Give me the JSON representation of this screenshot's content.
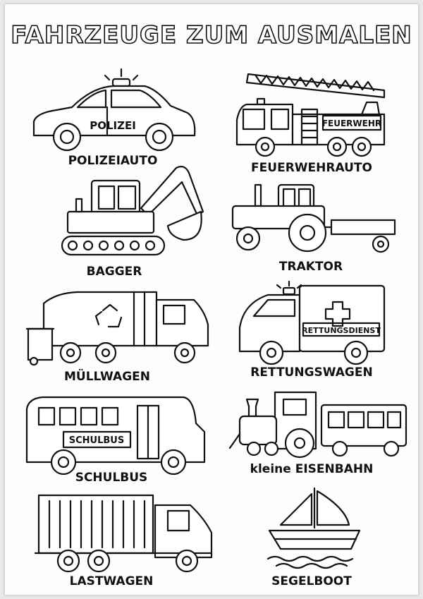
{
  "title": "FAHRZEUGE ZUM AUSMALEN",
  "vehicles": [
    {
      "label": "POLIZEIAUTO",
      "sign": "POLIZEI"
    },
    {
      "label": "FEUERWEHRAUTO",
      "sign": "FEUERWEHR"
    },
    {
      "label": "BAGGER"
    },
    {
      "label": "TRAKTOR"
    },
    {
      "label": "MÜLLWAGEN"
    },
    {
      "label": "RETTUNGSWAGEN",
      "sign": "RETTUNGSDIENST"
    },
    {
      "label": "SCHULBUS",
      "sign": "SCHULBUS"
    },
    {
      "label": "kleine EISENBAHN"
    },
    {
      "label": "LASTWAGEN"
    },
    {
      "label": "SEGELBOOT"
    }
  ]
}
